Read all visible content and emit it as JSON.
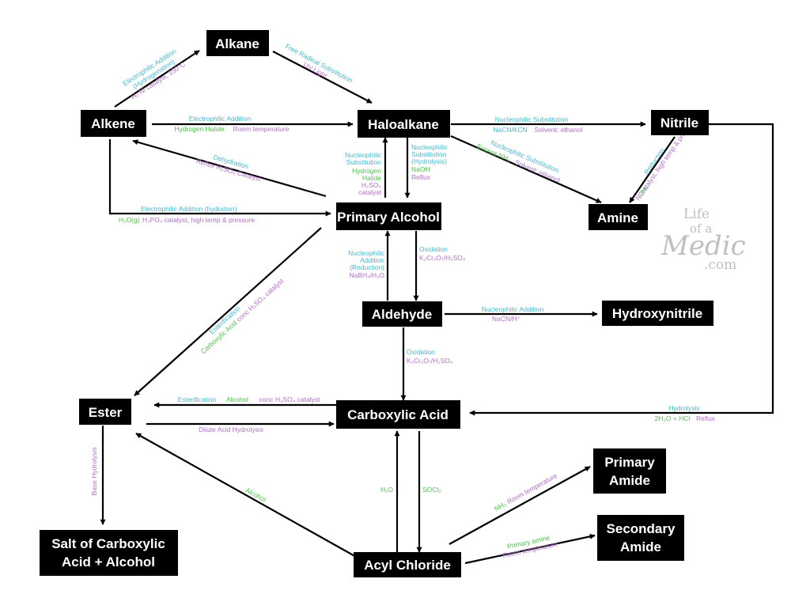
{
  "colors": {
    "node_bg": "#000000",
    "node_text": "#ffffff",
    "arrow": "#000000",
    "label_cyan": "#45b8cf",
    "label_green": "#4cc24a",
    "label_purple": "#b06fc9",
    "watermark": "#bfbfbf"
  },
  "nodes": {
    "alkane": "Alkane",
    "alkene": "Alkene",
    "haloalkane": "Haloalkane",
    "nitrile": "Nitrile",
    "amine": "Amine",
    "primary_alcohol": "Primary Alcohol",
    "aldehyde": "Aldehyde",
    "hydroxynitrile": "Hydroxynitrile",
    "ester": "Ester",
    "carboxylic_acid": "Carboxylic Acid",
    "salt_line1": "Salt of Carboxylic",
    "salt_line2": "Acid + Alcohol",
    "primary_amide_line1": "Primary",
    "primary_amide_line2": "Amide",
    "secondary_amide_line1": "Secondary",
    "secondary_amide_line2": "Amide",
    "acyl_chloride": "Acyl Chloride"
  },
  "labels": {
    "alkene_alkane_1": "Electrophilic Addition",
    "alkene_alkane_2": "(Hydrogenation)",
    "alkene_alkane_3": "H₂  Ni catalyst, 150°C",
    "alkane_halo_1": "Free Radical Substitution",
    "alkane_halo_2": "UV Light",
    "alkene_halo_1": "Electrophilic Addition",
    "alkene_halo_2": "Hydrogen Halide",
    "alkene_halo_3": "Room temperature",
    "halo_nitrile_1": "Nucleophilic Substitution",
    "halo_nitrile_2": "NaCN/KCN",
    "halo_nitrile_3": "Solvent: ethanol",
    "halo_amine_1": "Nucleophilic Substitution",
    "halo_amine_2": "Excess NH₃",
    "halo_amine_3": "Solvent: ethanol",
    "nitrile_amine_1": "Reduction",
    "nitrile_amine_2": "2H₂",
    "nitrile_amine_3": "Ni catalyst, high temp & pressure",
    "dehyd_1": "Dehydration",
    "dehyd_2": "Reflux H₂SO₄ Catalyst",
    "alc_halo_1": "Nucleophilic",
    "alc_halo_2": "Substitution",
    "alc_halo_3": "Hydrogen",
    "alc_halo_4": "Halide",
    "alc_halo_5": "H₂SO₄",
    "alc_halo_6": "catalyst",
    "halo_alc_1": "Nucleophilic",
    "halo_alc_2": "Substitution",
    "halo_alc_3": "(Hydrolysis)",
    "halo_alc_4": "NaOH",
    "halo_alc_5": "Reflux",
    "hydration_1": "Electrophilic Addition (hydration)",
    "hydration_2": "H₂O(g)",
    "hydration_3": "H₃PO₄ catalyst, high temp & pressure",
    "ald_alc_1": "Nucleophilic",
    "ald_alc_2": "Addition",
    "ald_alc_3": "(Reduction)",
    "ald_alc_4": "NaBH₄/H₂O",
    "alc_ald_1": "Oxidation",
    "alc_ald_2": "K₂Cr₂O₇/H₂SO₄",
    "ald_hydroxy_1": "Nucleophilic Addition",
    "ald_hydroxy_2": "NaCN/H⁺",
    "ald_acid_1": "Oxidation",
    "ald_acid_2": "K₂Cr₂O₇/H₂SO₄",
    "alc_ester_1": "Esterification",
    "alc_ester_2": "Carboxylic Acid",
    "alc_ester_3": "conc H₂SO₄ catalyst",
    "acid_ester_1": "Esterification",
    "acid_ester_2": "Alcohol",
    "acid_ester_3": "conc H₂SO₄ catalyst",
    "ester_acid_1": "Dilute Acid Hydrolysis",
    "nitrile_acid_1": "Hydrolysis",
    "nitrile_acid_2": "2H₂O + HCl",
    "nitrile_acid_3": "Reflux",
    "ester_salt_1": "Base Hydrolysis",
    "acyl_acid_1": "H₂O",
    "acid_acyl_1": "SOCl₂",
    "acyl_ester_1": "Alcohol",
    "acyl_pamide_1": "NH₃",
    "acyl_pamide_2": "Room temperature",
    "acyl_samide_1": "Primary amine",
    "acyl_samide_2": "Room temperature"
  },
  "watermark": {
    "line1": "Life",
    "line2": "of a",
    "line3": "Medic",
    "line4": ".com"
  }
}
